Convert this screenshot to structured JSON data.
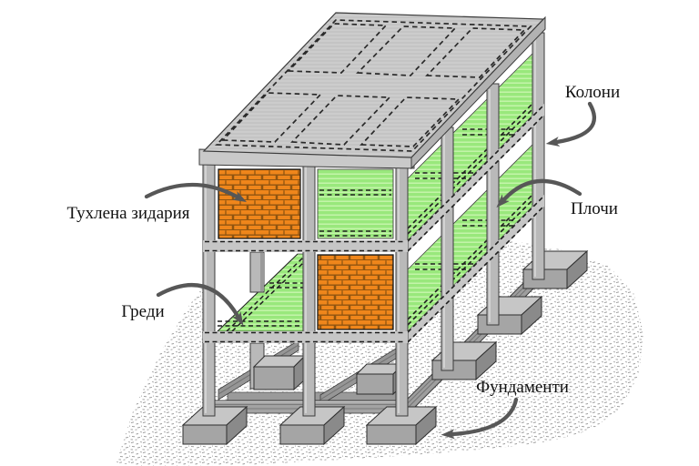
{
  "diagram": {
    "type": "isometric building structural scheme",
    "labels": {
      "masonry": "Тухлена зидария",
      "beams": "Греди",
      "columns": "Колони",
      "slabs": "Плочи",
      "foundations": "Фундаменти"
    },
    "colors": {
      "brick": "#EF861B",
      "slab_green": "#99E87C",
      "concrete": "#B9B9B9",
      "roof": "#C4C4C4",
      "beam_band": "#C6C6C6",
      "foundation": "#A5A5A5",
      "ground_stipple": "#9B9B9B",
      "arrow": "#575757",
      "outline": "#3C3C3C",
      "text": "#111111"
    }
  }
}
